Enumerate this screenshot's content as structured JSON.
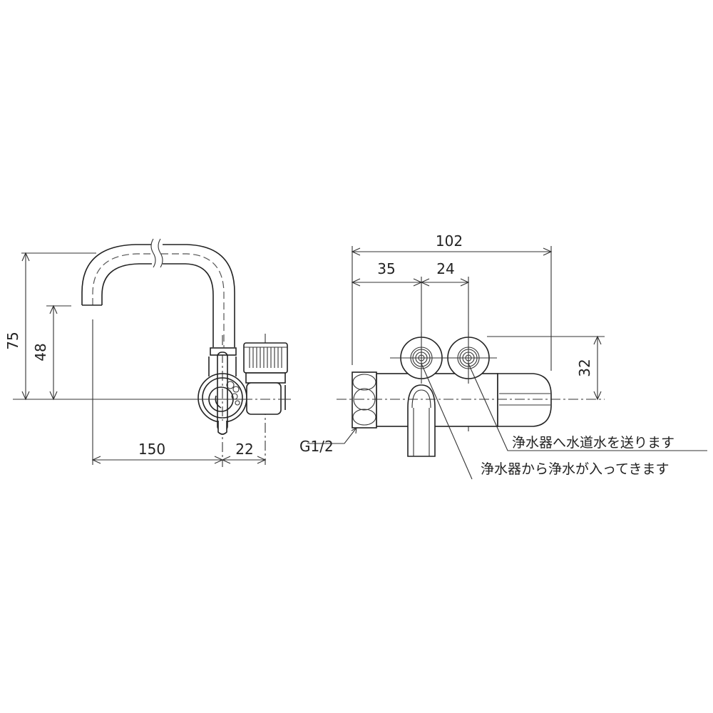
{
  "drawing": {
    "title": "Faucet dimension drawing",
    "side_view": {
      "dimensions": {
        "height_total": "75",
        "height_spout": "48",
        "reach": "150",
        "body_offset": "22"
      }
    },
    "top_view": {
      "dimensions": {
        "overall_length": "102",
        "to_first_port": "35",
        "port_spacing": "24",
        "port_height": "32"
      },
      "thread_label": "G1/2",
      "notes": [
        "浄水器へ水道水を送ります",
        "浄水器から浄水が入ってきます"
      ]
    },
    "colors": {
      "line": "#222222",
      "background": "#ffffff"
    }
  }
}
